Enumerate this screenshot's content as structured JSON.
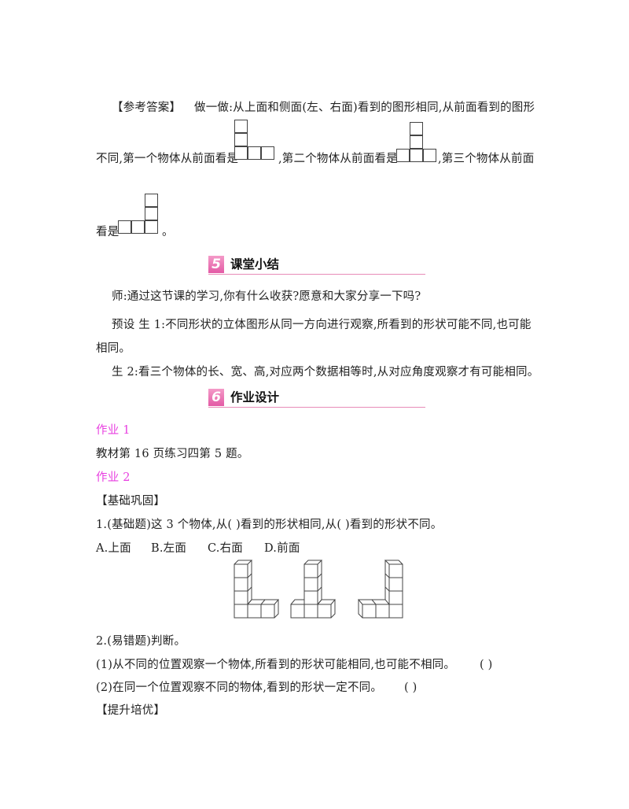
{
  "answer_block": {
    "label": "【参考答案】",
    "line1": "做一做:从上面和侧面(左、右面)看到的图形相同,从前面看到的图形",
    "line2_a": "不同,第一个物体从前面看是",
    "line2_b": ",第二个物体从前面看是",
    "line2_c": ",第三个物体从前面",
    "line3_a": "看是",
    "line3_b": "。",
    "front_views": [
      {
        "name": "object-1-front-view",
        "shape": "L: column of 3 on left, base of 3"
      },
      {
        "name": "object-2-front-view",
        "shape": "T: column of 3 in middle, base of 3"
      },
      {
        "name": "object-3-front-view",
        "shape": "J: column of 3 on right, base of 3"
      }
    ]
  },
  "section5": {
    "number": "5",
    "title": "课堂小结",
    "paragraphs": [
      "师:通过这节课的学习,你有什么收获?愿意和大家分享一下吗?",
      "预设  生 1:不同形状的立体图形从同一方向进行观察,所看到的形状可能不同,也可能",
      "相同。",
      "生 2:看三个物体的长、宽、高,对应两个数据相等时,从对应角度观察才有可能相同。"
    ]
  },
  "section6": {
    "number": "6",
    "title": "作业设计",
    "hw1_label": "作业 1",
    "hw1_text": "教材第 16 页练习四第 5 题。",
    "hw2_label": "作业 2",
    "basic_label": "【基础巩固】",
    "q1": "1.(基础题)这 3 个物体,从(       )看到的形状相同,从(       )看到的形状不同。",
    "q1_options": [
      "A.上面",
      "B.左面",
      "C.右面",
      "D.前面"
    ],
    "q2": "2.(易错题)判断。",
    "q2_items": [
      {
        "text": "(1)从不同的位置观察一个物体,所看到的形状可能相同,也可能不相同。",
        "blank": "(      )"
      },
      {
        "text": "(2)在同一个位置观察不同的物体,看到的形状一定不同。",
        "blank": "(      )"
      }
    ],
    "advanced_label": "【提升培优】"
  },
  "colors": {
    "accent_pink": "#e83fe0",
    "section_badge": "#e35aa5",
    "section_line": "#e88cb8"
  }
}
